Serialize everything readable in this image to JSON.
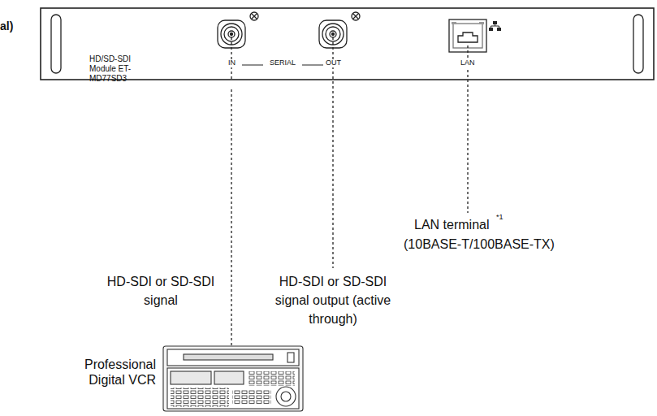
{
  "diagram": {
    "nodes": [
      {
        "text": [
          "HD/SD-SDI Module ET-MD77SD3"
        ]
      },
      {
        "text": [
          "Professional Digital VCR"
        ]
      }
    ],
    "edges": [
      {
        "from": 1,
        "to": 0,
        "arrow": "none"
      }
    ],
    "labels": [
      "al)",
      "IN",
      "SERIAL",
      "OUT",
      "LAN",
      "LAN terminal",
      "*1",
      "(10BASE-T/100BASE-TX)",
      "HD-SDI or SD-SDI signal",
      "HD-SDI or SD-SDI signal output (active through)"
    ]
  }
}
